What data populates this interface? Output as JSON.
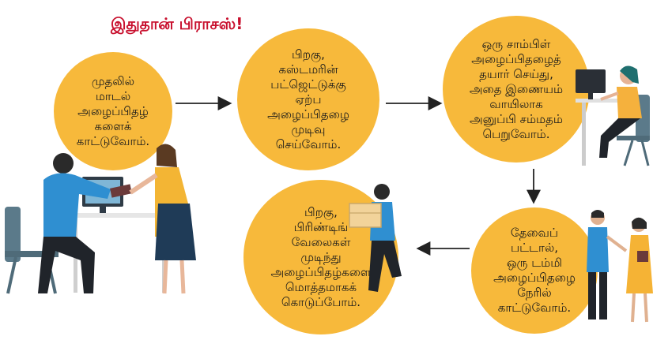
{
  "title": "இதுதான் பிராசஸ்!",
  "colors": {
    "circle": "#f7b93b",
    "title": "#c8102e",
    "arrow": "#222222"
  },
  "steps": [
    {
      "text": "முதலில்\nமாடல்\nஅழைப்பிதழ்\nகளைக்\nகாட்டுவோம்."
    },
    {
      "text": "பிறகு,\nகஸ்டமரின்\nபட்ஜெட்டுக்கு\nஏற்ப\nஅழைப்பிதழை\nமுடிவு\nசெய்வோம்."
    },
    {
      "text": "ஒரு சாம்பிள்\nஅழைப்பிதழைத்\nதயார் செய்து,\nஅதை இணையம்\nவாயிலாக\nஅனுப்பி சம்மதம்\nபெறுவோம்."
    },
    {
      "text": "தேவைப்\nபட்டால்,\nஒரு டம்மி\nஅழைப்பிதழை\nநேரில்\nகாட்டுவோம்."
    },
    {
      "text": "பிறகு,\nபிரிண்டிங்\nவேலைகள்\nமுடிந்து\nஅழைப்பிதழ்களை\nமொத்தமாகக்\nகொடுப்போம்."
    }
  ],
  "icons": {
    "arrows": "arrow-right-icon",
    "people": [
      "designer-meeting-illustration",
      "woman-at-computer-illustration",
      "couple-handshake-illustration",
      "delivery-man-illustration"
    ]
  }
}
